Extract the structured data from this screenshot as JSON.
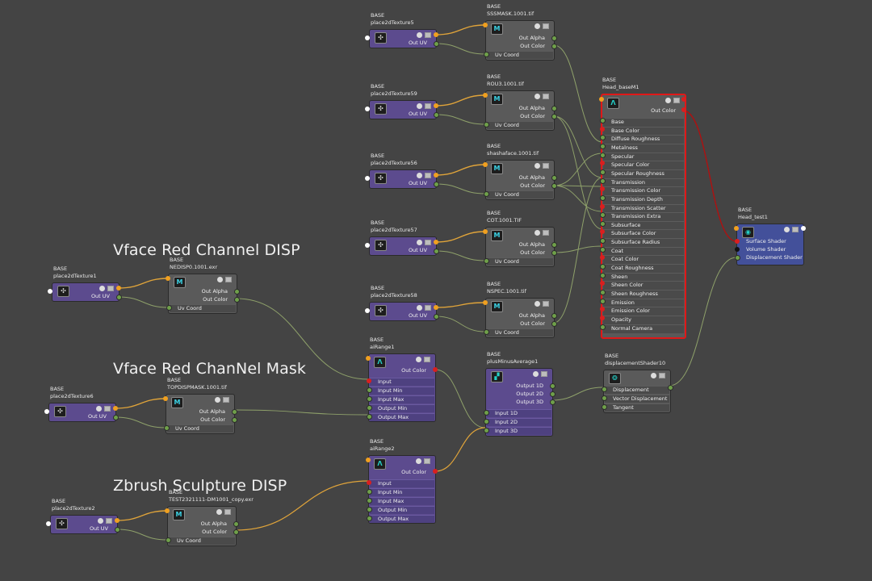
{
  "app_title": "Hypershade node graph",
  "annotations": {
    "vface_disp": "Vface Red Channel DISP",
    "vface_mask": "Vface Red ChanNel Mask",
    "zbrush_disp": "Zbrush Sculpture DISP"
  },
  "labels": {
    "base": "BASE",
    "out_uv": "Out UV",
    "out_alpha": "Out Alpha",
    "out_color": "Out Color",
    "uv_coord": "Uv Coord",
    "input": "Input",
    "input_min": "Input Min",
    "input_max": "Input Max",
    "output_min": "Output Min",
    "output_max": "Output Max",
    "output_1d": "Output 1D",
    "output_2d": "Output 2D",
    "output_3d": "Output 3D",
    "input_1d": "Input 1D",
    "input_2d": "Input 2D",
    "input_3d": "Input 3D",
    "displacement": "Displacement",
    "vector_displacement": "Vector Displacement",
    "tangent": "Tangent",
    "surface_shader": "Surface Shader",
    "volume_shader": "Volume Shader",
    "displacement_shader": "Displacement Shader"
  },
  "place_nodes": {
    "p5": "place2dTexture5",
    "p59": "place2dTexture59",
    "p56": "place2dTexture56",
    "p57": "place2dTexture57",
    "p58": "place2dTexture58",
    "p1": "place2dTexture1",
    "p6": "place2dTexture6",
    "p2": "place2dTexture2"
  },
  "file_nodes": {
    "sss": "SSSMASK.1001.tif",
    "rou": "ROU3.1001.tif",
    "shasha": "shashaface.1001.tif",
    "cot": "COT.1001.TIF",
    "nspec": "NSPEC.1001.tif",
    "nedisp": "NEDISP0.1001.exr",
    "topdisp": "TOPDISPMASK.1001.tif",
    "test": "TEST2321111-DM1001_copy.exr"
  },
  "range_nodes": {
    "r1": "aiRange1",
    "r2": "aiRange2"
  },
  "pma_node": "plusMinusAverage1",
  "disp_node": "displacementShader10",
  "sg_node": "Head_test1",
  "shader_node": {
    "name": "Head_baseM1",
    "out_color": "Out Color",
    "attrs": [
      "Base",
      "Base Color",
      "Diffuse Roughness",
      "Metalness",
      "Specular",
      "Specular Color",
      "Specular Roughness",
      "Transmission",
      "Transmission Color",
      "Transmission Depth",
      "Transmission Scatter",
      "Transmission Extra Roughness",
      "Subsurface",
      "Subsurface Color",
      "Subsurface Radius",
      "Coat",
      "Coat Color",
      "Coat Roughness",
      "Sheen",
      "Sheen Color",
      "Sheen Roughness",
      "Emission",
      "Emission Color",
      "Opacity",
      "Normal Camera"
    ]
  },
  "colors": {
    "background": "#444444",
    "place_node": "#5c4b8e",
    "file_node": "#5a5a5a",
    "shading_group": "#43509a",
    "selection": "#e01818",
    "wire": "#8ea06a",
    "wire_red": "#b01010",
    "port_orange": "#f0a020",
    "port_green": "#6fa04a"
  }
}
